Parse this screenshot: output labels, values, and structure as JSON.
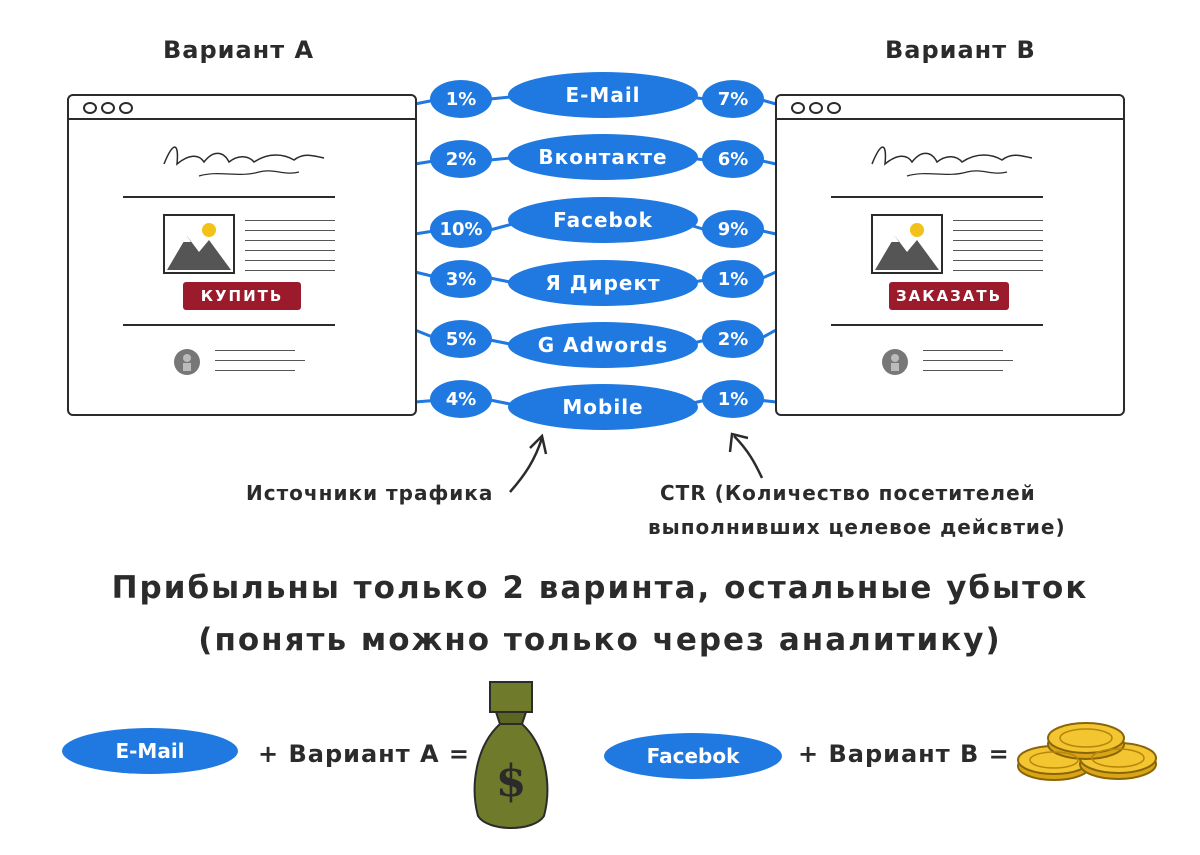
{
  "variant_a": {
    "title": "Вариант А",
    "cta": "КУПИТЬ"
  },
  "variant_b": {
    "title": "Вариант В",
    "cta": "ЗАКАЗАТЬ"
  },
  "channels": [
    {
      "name": "E-Mail",
      "a": "1%",
      "b": "7%"
    },
    {
      "name": "Вконтакте",
      "a": "2%",
      "b": "6%"
    },
    {
      "name": "Facebok",
      "a": "10%",
      "b": "9%"
    },
    {
      "name": "Я Директ",
      "a": "3%",
      "b": "1%"
    },
    {
      "name": "G Adwords",
      "a": "5%",
      "b": "2%"
    },
    {
      "name": "Mobile",
      "a": "4%",
      "b": "1%"
    }
  ],
  "captions": {
    "traffic": "Источники трафика",
    "ctr_line1": "CTR (Количество посетителей",
    "ctr_line2": "выполнивших целевое дейсвтие)"
  },
  "headline": {
    "line1": "Прибыльны только 2 варинта, остальные убыток",
    "line2": "(понять можно только через аналитику)"
  },
  "formulas": [
    {
      "channel": "E-Mail",
      "text": "+ Вариант А =",
      "result_icon": "money-bag-icon"
    },
    {
      "channel": "Facebok",
      "text": "+ Вариант В =",
      "result_icon": "gold-coins-icon"
    }
  ],
  "colors": {
    "channel_blue": "#1f79e0",
    "cta_red": "#9b1b2c",
    "ink": "#2b2b2b"
  }
}
